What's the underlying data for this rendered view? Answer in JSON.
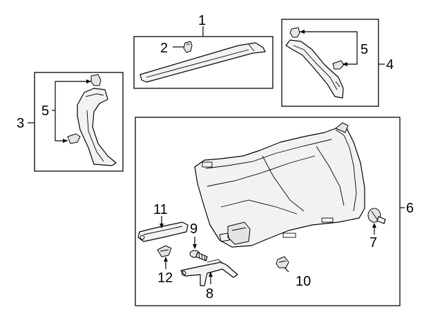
{
  "callouts": {
    "c1": "1",
    "c2": "2",
    "c3": "3",
    "c4": "4",
    "c5_left": "5",
    "c5_right": "5",
    "c6": "6",
    "c7": "7",
    "c8": "8",
    "c9": "9",
    "c10": "10",
    "c11": "11",
    "c12": "12"
  },
  "colors": {
    "line": "#000000",
    "part_fill": "#f2f2f2",
    "background": "#ffffff"
  }
}
